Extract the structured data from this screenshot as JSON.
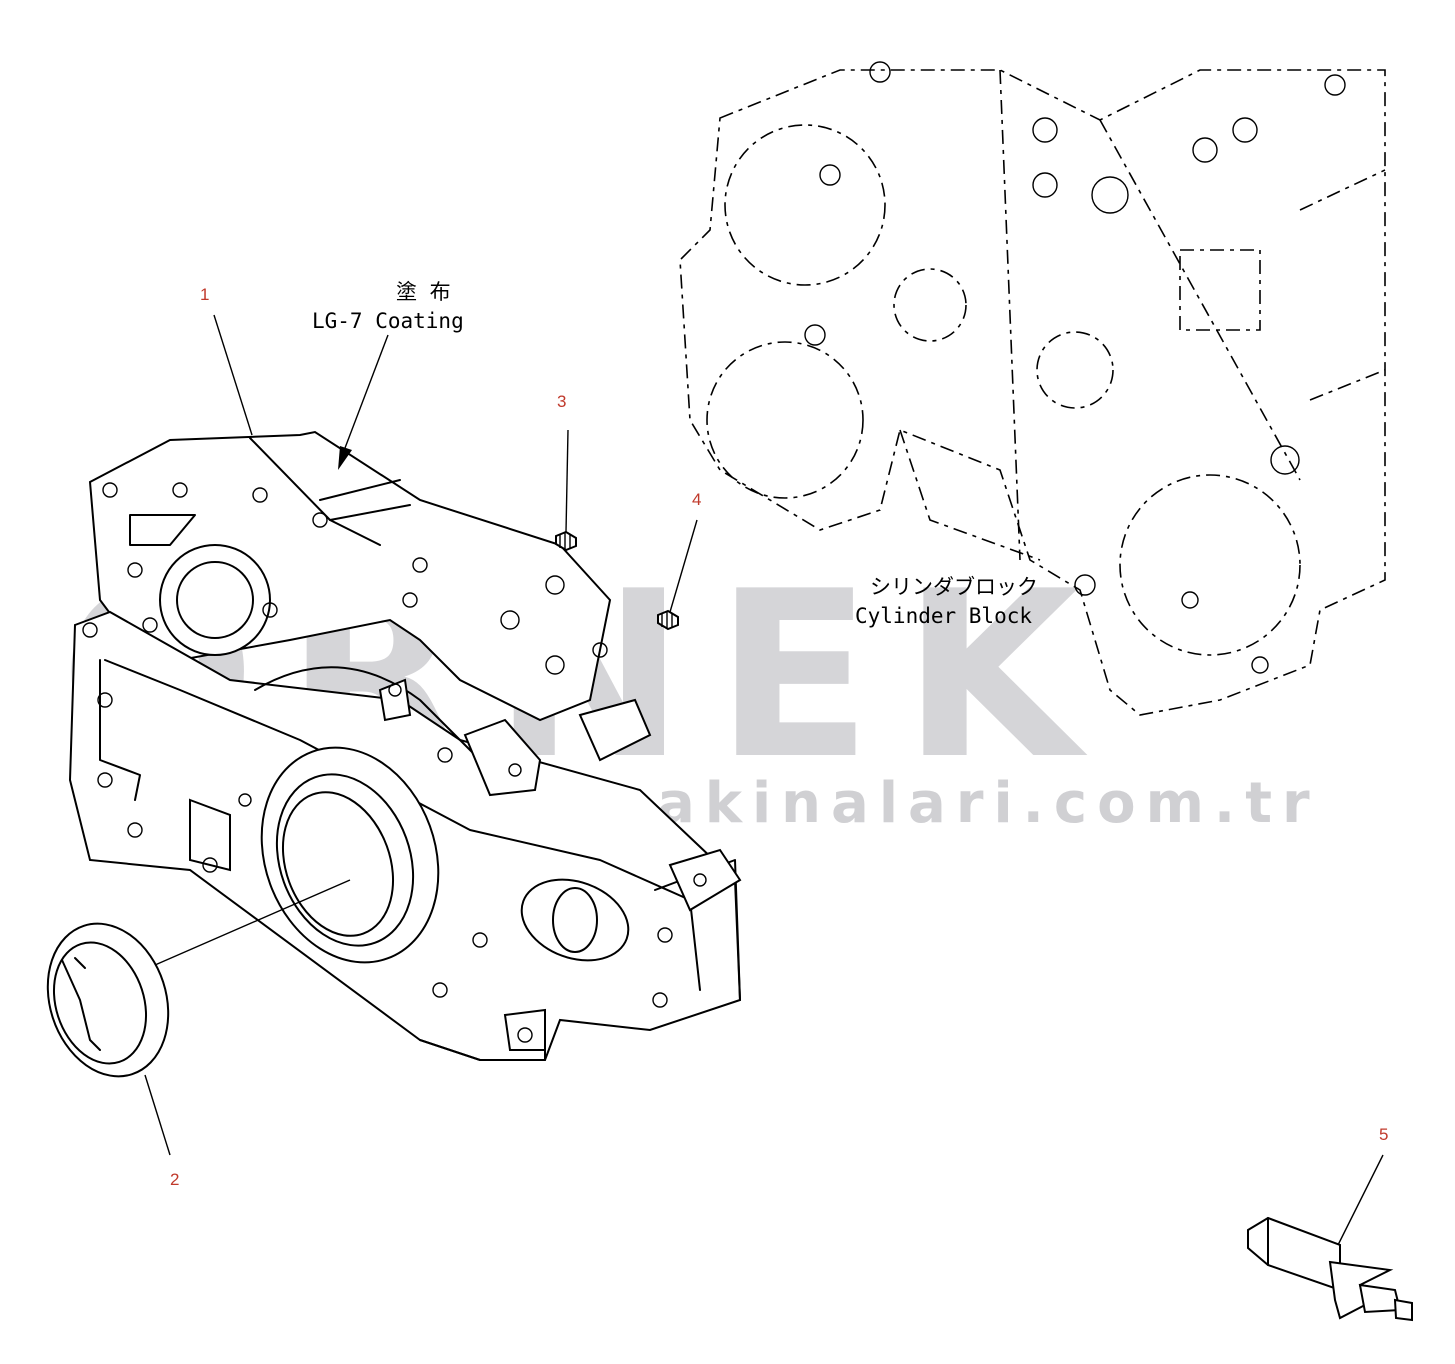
{
  "callouts": [
    {
      "id": "1",
      "label": "1"
    },
    {
      "id": "2",
      "label": "2"
    },
    {
      "id": "3",
      "label": "3"
    },
    {
      "id": "4",
      "label": "4"
    },
    {
      "id": "5",
      "label": "5"
    }
  ],
  "notes": {
    "coating_jp": "塗 布",
    "coating_en": "LG-7 Coating",
    "block_jp": "シリンダブロック",
    "block_en": "Cylinder Block"
  },
  "watermark": {
    "brand": "ORNEK",
    "url": "www.ornekismakinalari.com.tr"
  },
  "colors": {
    "callout": "#c0392b",
    "watermark": "#c8c8cc",
    "line": "#000000"
  }
}
